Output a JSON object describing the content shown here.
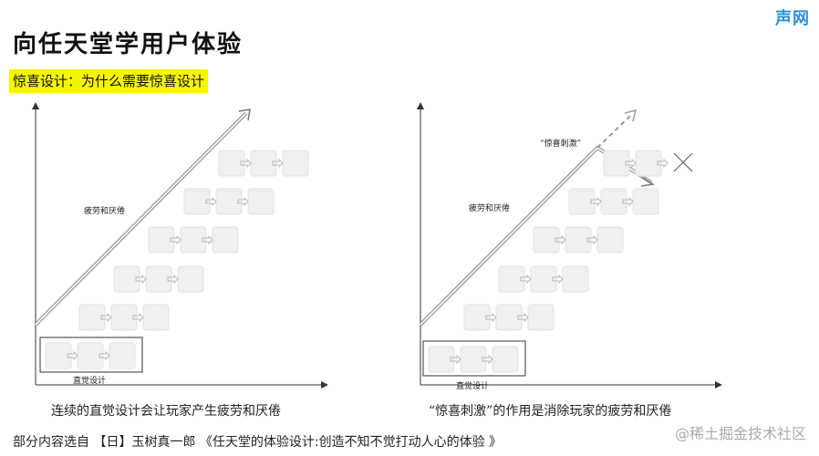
{
  "brand": "声网",
  "title": "向任天堂学用户体验",
  "subtitle": "惊喜设计：为什么需要惊喜设计",
  "left_diagram": {
    "curve_label": "疲劳和厌倦",
    "box_label": "直觉设计",
    "caption": "连续的直觉设计会让玩家产生疲劳和厌倦"
  },
  "right_diagram": {
    "curve_label": "疲劳和厌倦",
    "surprise_label": "“惊喜刺激”",
    "box_label": "直觉设计",
    "caption": "“惊喜刺激”的作用是消除玩家的疲劳和厌倦"
  },
  "footer": "部分内容选自 【日】玉树真一郎 《任天堂的体验设计:创造不知不觉打动人心的体验 》",
  "watermark": "@稀土掘金技术社区",
  "colors": {
    "highlight": "#f6f500",
    "brand": "#2b8fd6"
  }
}
